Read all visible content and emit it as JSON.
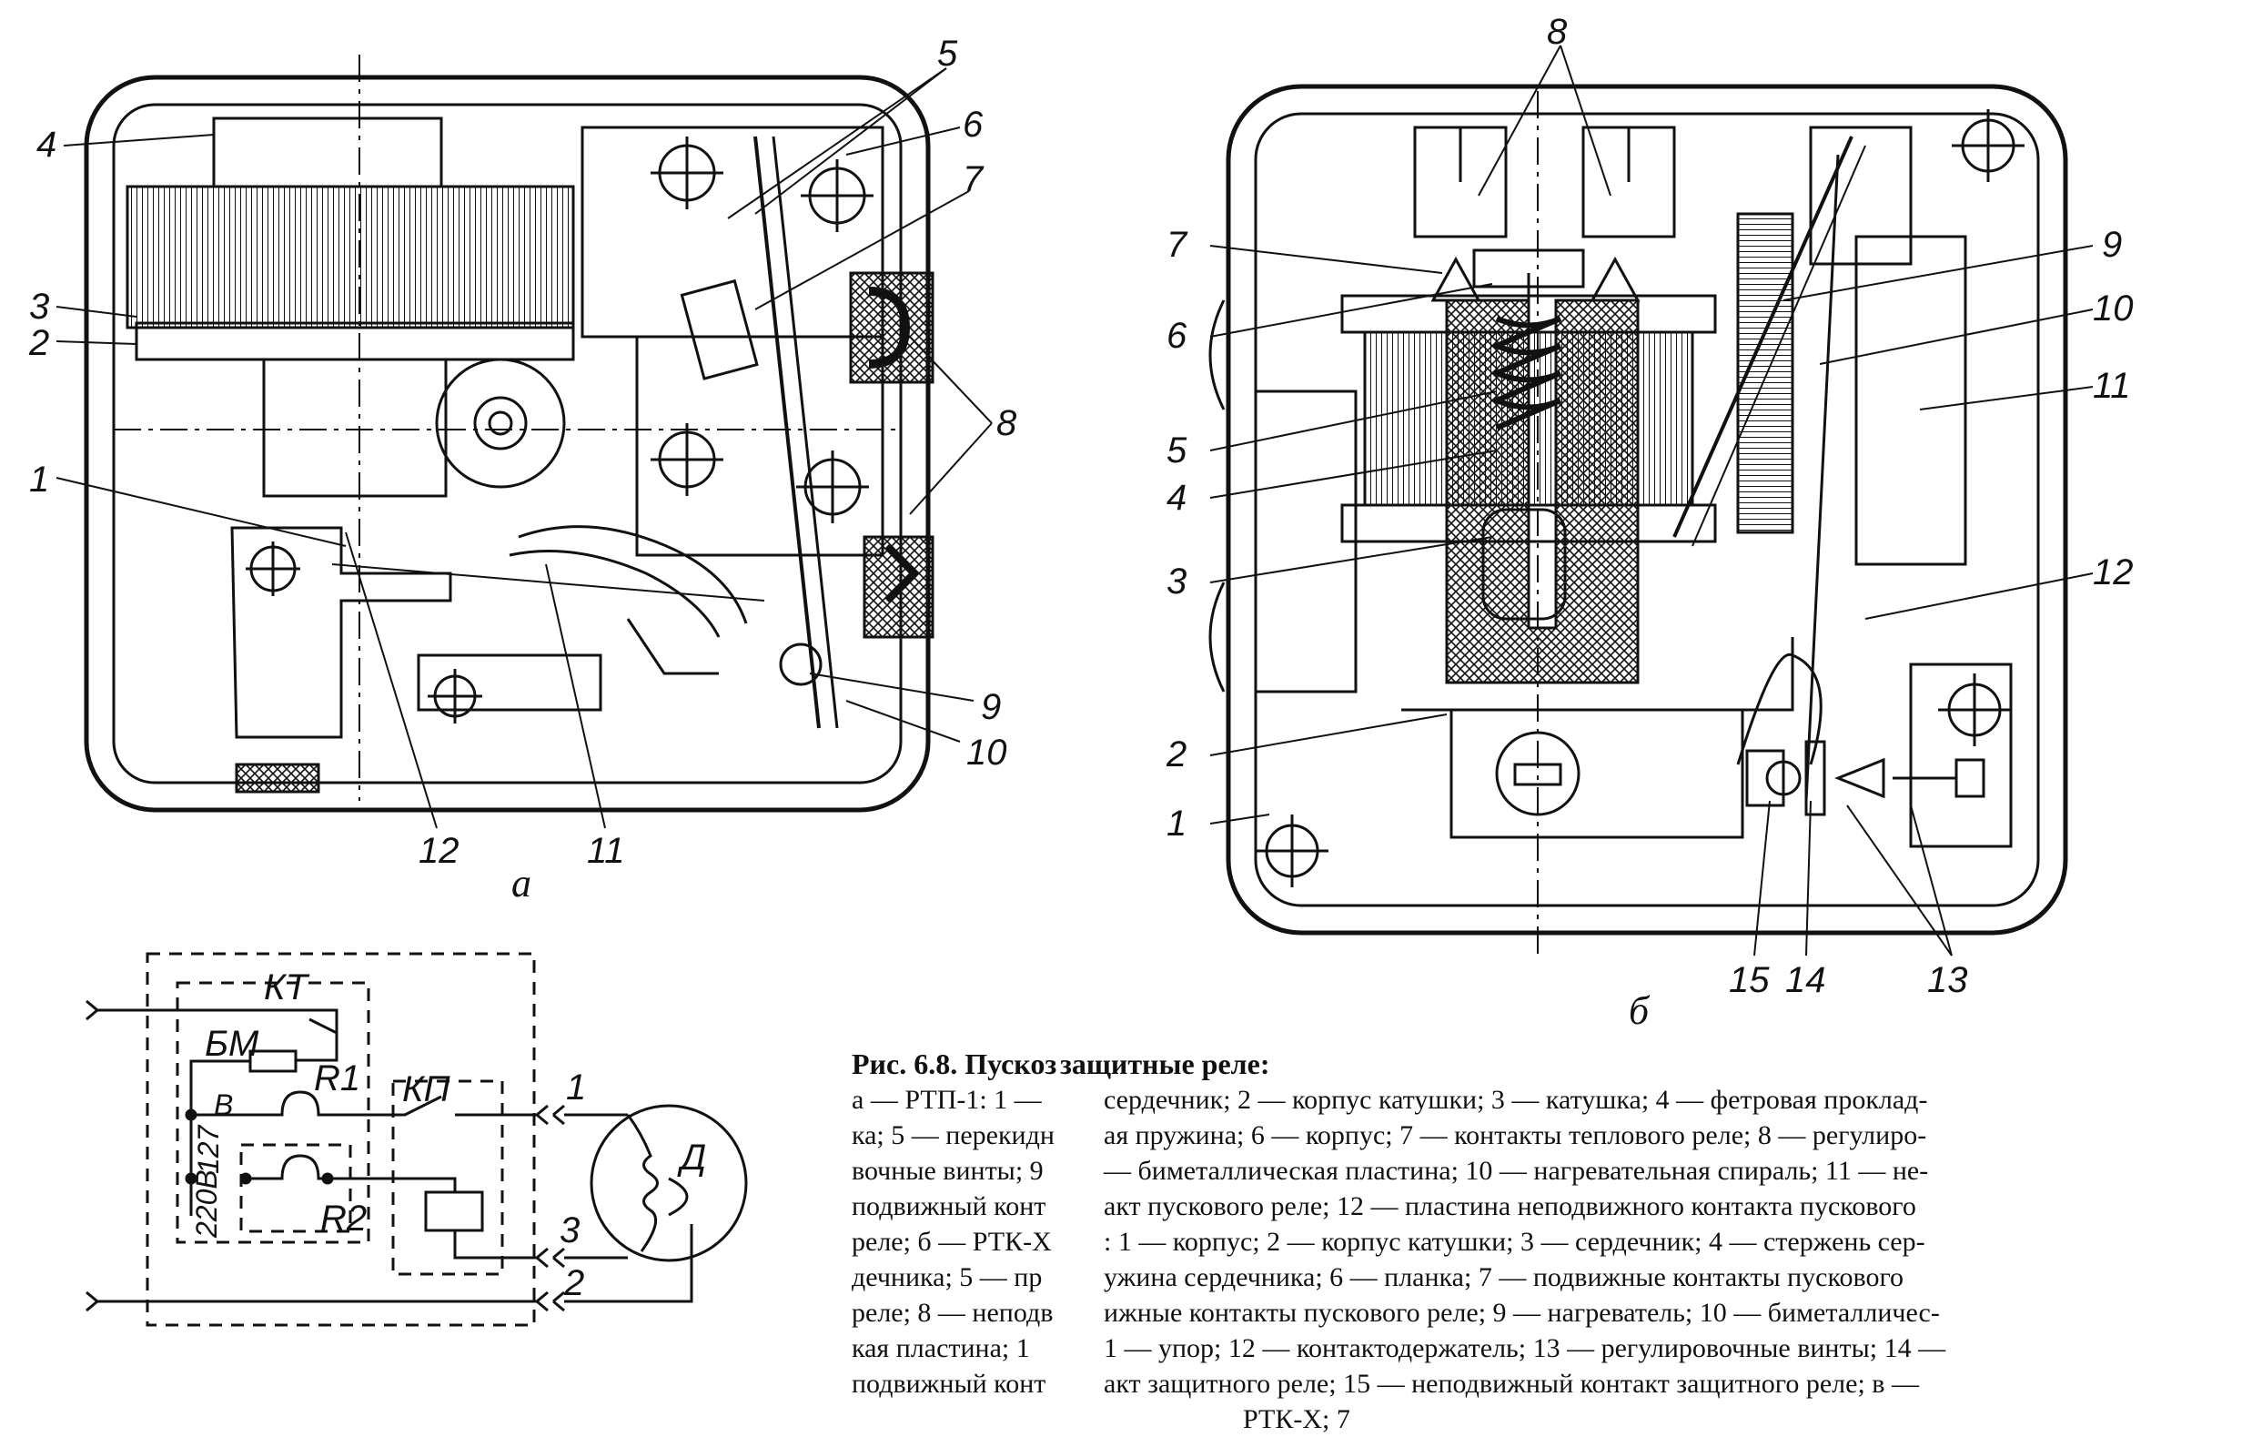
{
  "figure_a": {
    "callouts": [
      "1",
      "2",
      "3",
      "4",
      "5",
      "6",
      "7",
      "8",
      "9",
      "10",
      "11",
      "12"
    ],
    "sublabel": "а"
  },
  "figure_b": {
    "callouts": [
      "1",
      "2",
      "3",
      "4",
      "5",
      "6",
      "7",
      "8",
      "9",
      "10",
      "11",
      "12",
      "13",
      "14",
      "15"
    ],
    "sublabel": "б"
  },
  "figure_c": {
    "labels": {
      "kt": "КТ",
      "bm": "БМ",
      "r1": "R1",
      "b": "В",
      "v127": "127",
      "v220": "220В",
      "r2": "R2",
      "kp": "КП",
      "motor": "Д",
      "t1": "1",
      "t2": "2",
      "t3": "3"
    }
  },
  "caption": {
    "head_left": "Рис. 6.8. Пускоз",
    "head_right": "защитные реле:",
    "lines_left": [
      "а — РТП-1: 1 —",
      "ка; 5 — перекидн",
      "вочные винты; 9",
      "подвижный конт",
      "реле; б — РТК-Х",
      "дечника; 5 — пр",
      "реле; 8 — неподв",
      "кая пластина; 1",
      "подвижный конт"
    ],
    "lines_right": [
      "сердечник; 2 — корпус катушки; 3 — катушка; 4 — фетровая проклад-",
      "ая пружина; 6 — корпус; 7 — контакты теплового реле; 8 — регулиро-",
      "— биметаллическая пластина; 10 — нагревательная спираль; 11 — не-",
      "акт пускового реле; 12 — пластина неподвижного контакта пускового",
      ": 1 — корпус; 2 — корпус катушки; 3 — сердечник; 4 — стержень сер-",
      "ужина сердечника; 6 — планка; 7 — подвижные контакты пускового",
      "ижные контакты пускового реле; 9 — нагреватель; 10 — биметалличес-",
      "1 — упор; 12 — контактодержатель; 13 — регулировочные винты; 14 —",
      "акт защитного реле; 15 — неподвижный контакт защитного реле; в —"
    ],
    "last_line_fragment": "РТК-Х; 7"
  }
}
